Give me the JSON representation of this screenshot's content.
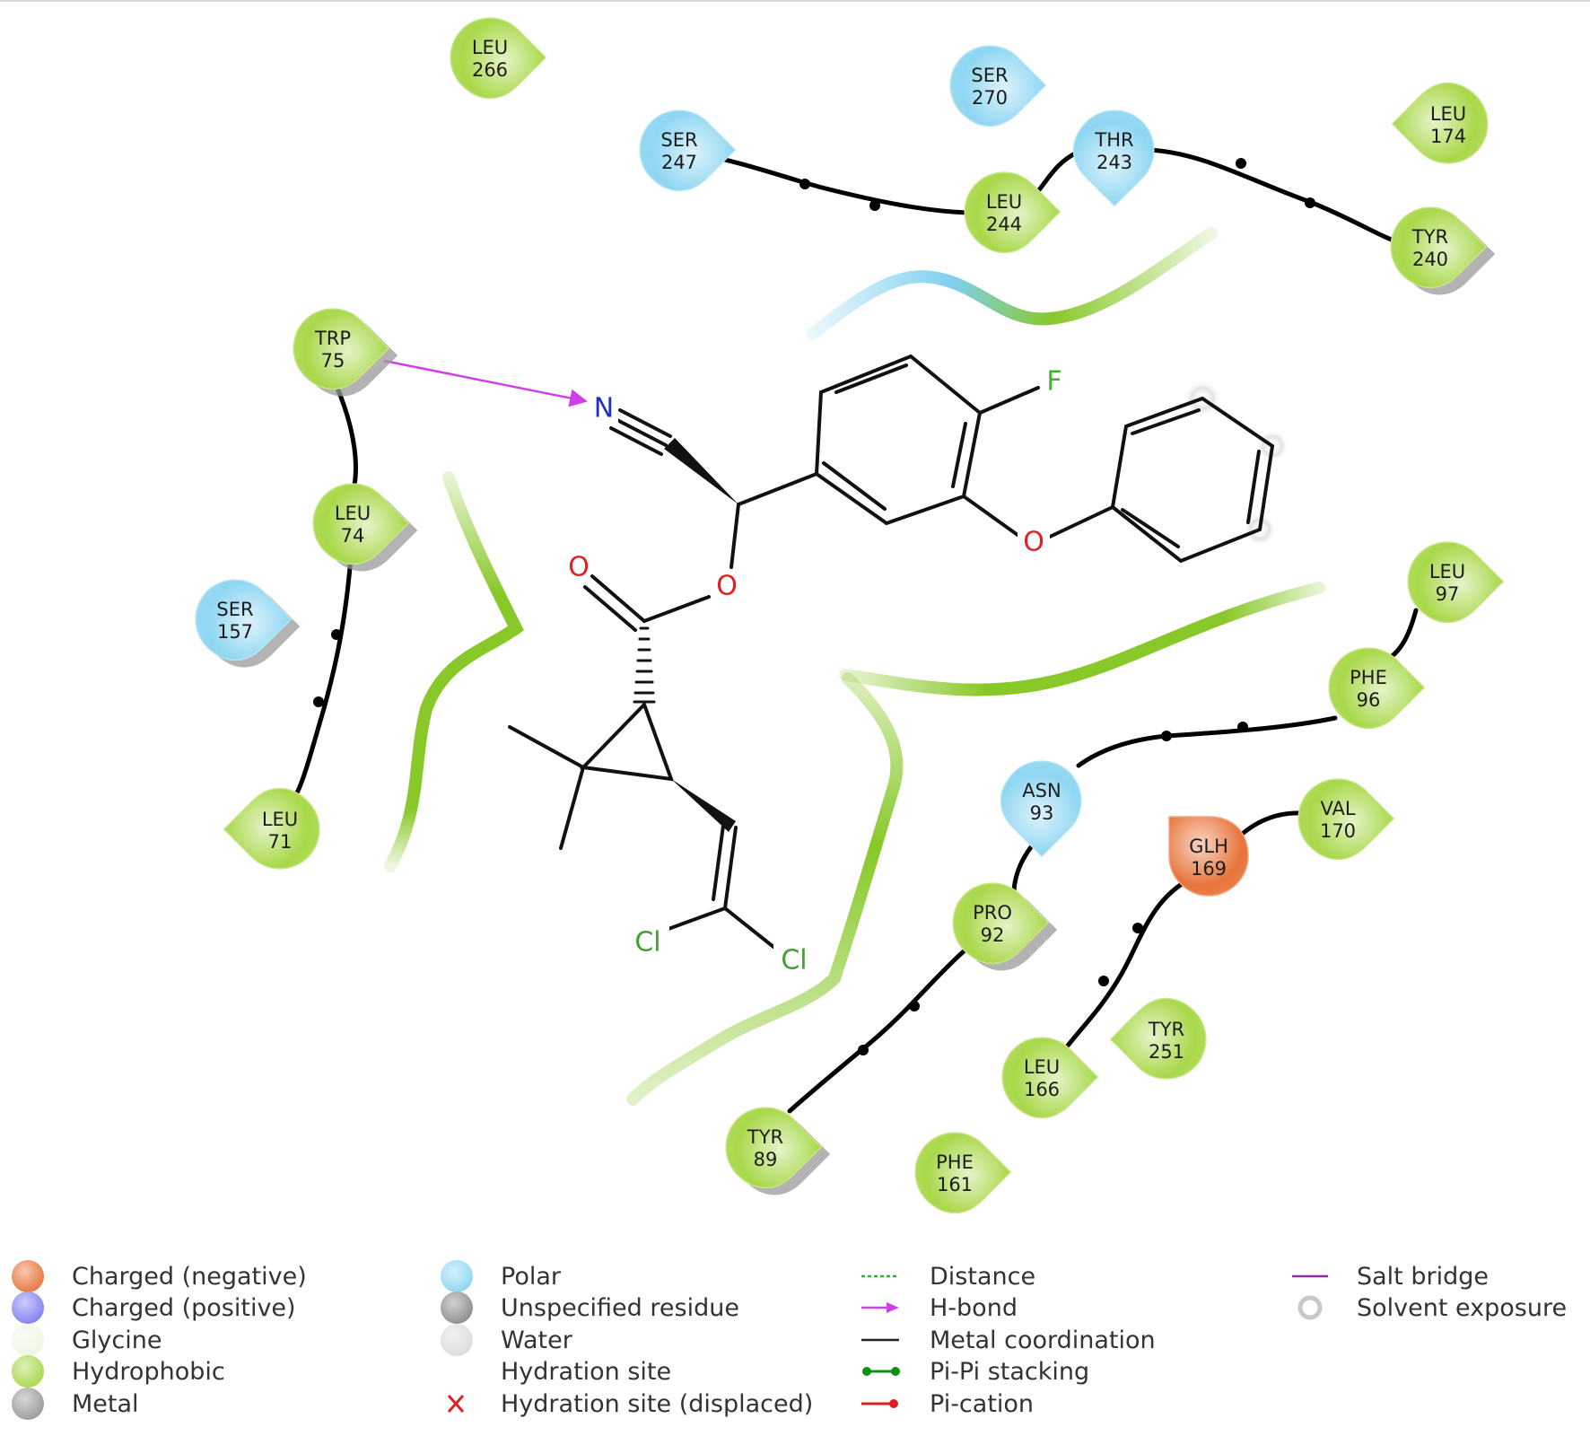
{
  "colors": {
    "hydrophobic": "#a9d84a",
    "polar": "#8fd6f2",
    "charged_negative": "#e8743b",
    "charged_positive": "#8080f0",
    "glycine": "#eef6e4",
    "unspecified": "#8c8c8c",
    "water": "#dcdcdc",
    "metal": "#9a9a9a",
    "hbond": "#d040e8",
    "distance": "#30b030",
    "pi_pi": "#109010",
    "pi_cation": "#e02020",
    "salt_bridge": "#9030a0",
    "displaced_x": "#e02020",
    "backbone": "#000000",
    "pocket_green": "#88c828",
    "pocket_blue": "#7fd0ef"
  },
  "residues": [
    {
      "id": "leu266",
      "name": "LEU",
      "num": "266",
      "type": "hydrophobic"
    },
    {
      "id": "ser270",
      "name": "SER",
      "num": "270",
      "type": "polar"
    },
    {
      "id": "ser247",
      "name": "SER",
      "num": "247",
      "type": "polar"
    },
    {
      "id": "thr243",
      "name": "THR",
      "num": "243",
      "type": "polar"
    },
    {
      "id": "leu174",
      "name": "LEU",
      "num": "174",
      "type": "hydrophobic"
    },
    {
      "id": "leu244",
      "name": "LEU",
      "num": "244",
      "type": "hydrophobic"
    },
    {
      "id": "tyr240",
      "name": "TYR",
      "num": "240",
      "type": "hydrophobic"
    },
    {
      "id": "trp75",
      "name": "TRP",
      "num": "75",
      "type": "hydrophobic"
    },
    {
      "id": "leu74",
      "name": "LEU",
      "num": "74",
      "type": "hydrophobic"
    },
    {
      "id": "ser157",
      "name": "SER",
      "num": "157",
      "type": "polar"
    },
    {
      "id": "leu71",
      "name": "LEU",
      "num": "71",
      "type": "hydrophobic"
    },
    {
      "id": "leu97",
      "name": "LEU",
      "num": "97",
      "type": "hydrophobic"
    },
    {
      "id": "phe96",
      "name": "PHE",
      "num": "96",
      "type": "hydrophobic"
    },
    {
      "id": "asn93",
      "name": "ASN",
      "num": "93",
      "type": "polar"
    },
    {
      "id": "val170",
      "name": "VAL",
      "num": "170",
      "type": "hydrophobic"
    },
    {
      "id": "glh169",
      "name": "GLH",
      "num": "169",
      "type": "charged_negative"
    },
    {
      "id": "pro92",
      "name": "PRO",
      "num": "92",
      "type": "hydrophobic"
    },
    {
      "id": "tyr251",
      "name": "TYR",
      "num": "251",
      "type": "hydrophobic"
    },
    {
      "id": "leu166",
      "name": "LEU",
      "num": "166",
      "type": "hydrophobic"
    },
    {
      "id": "tyr89",
      "name": "TYR",
      "num": "89",
      "type": "hydrophobic"
    },
    {
      "id": "phe161",
      "name": "PHE",
      "num": "161",
      "type": "hydrophobic"
    }
  ],
  "atoms": {
    "N": "N",
    "F": "F",
    "O_ether": "O",
    "O_ester": "O",
    "O_carbonyl": "O",
    "Cl1": "Cl",
    "Cl2": "Cl"
  },
  "legend": {
    "col1": [
      {
        "label": "Charged (negative)",
        "kind": "charged_negative"
      },
      {
        "label": "Charged (positive)",
        "kind": "charged_positive"
      },
      {
        "label": "Glycine",
        "kind": "glycine"
      },
      {
        "label": "Hydrophobic",
        "kind": "hydrophobic"
      },
      {
        "label": "Metal",
        "kind": "metal"
      }
    ],
    "col2": [
      {
        "label": "Polar",
        "kind": "polar"
      },
      {
        "label": "Unspecified residue",
        "kind": "unspecified"
      },
      {
        "label": "Water",
        "kind": "water"
      },
      {
        "label": "Hydration site",
        "kind": "hydration"
      },
      {
        "label": "Hydration site (displaced)",
        "kind": "hydration_displaced"
      }
    ],
    "col3": [
      {
        "label": "Distance",
        "kind": "distance"
      },
      {
        "label": "H-bond",
        "kind": "hbond"
      },
      {
        "label": "Metal coordination",
        "kind": "metal_coord"
      },
      {
        "label": "Pi-Pi stacking",
        "kind": "pi_pi"
      },
      {
        "label": "Pi-cation",
        "kind": "pi_cation"
      }
    ],
    "col4": [
      {
        "label": "Salt bridge",
        "kind": "salt_bridge"
      },
      {
        "label": "Solvent exposure",
        "kind": "solvent"
      }
    ]
  }
}
